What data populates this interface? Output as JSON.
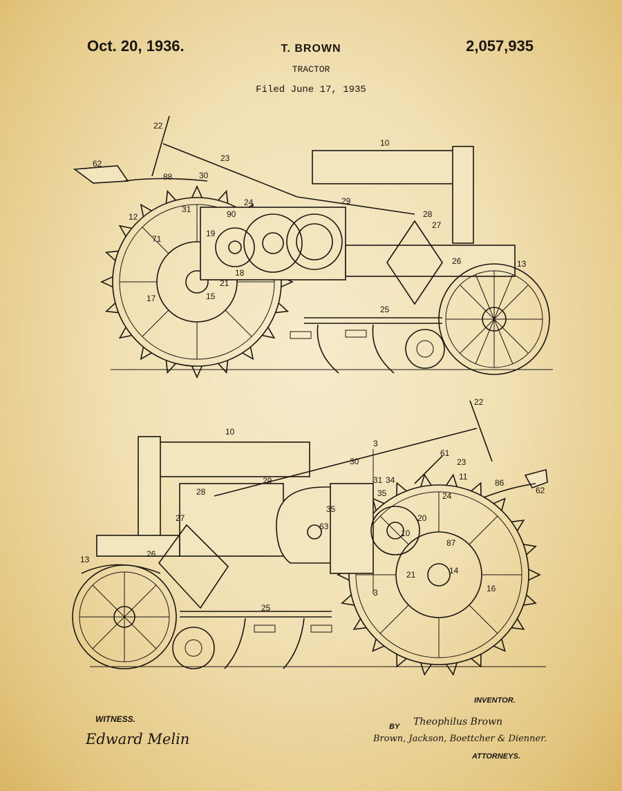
{
  "header": {
    "date": "Oct. 20, 1936.",
    "inventor_name": "T. BROWN",
    "patent_number": "2,057,935",
    "subject": "TRACTOR",
    "filed": "Filed June 17, 1935"
  },
  "figures": {
    "top_labels": [
      "22",
      "10",
      "62",
      "23",
      "88",
      "30",
      "29",
      "31",
      "24",
      "90",
      "12",
      "28",
      "27",
      "71",
      "19",
      "26",
      "13",
      "18",
      "21",
      "15",
      "17",
      "25"
    ],
    "bottom_labels": [
      "22",
      "10",
      "3",
      "30",
      "61",
      "23",
      "29",
      "31",
      "34",
      "11",
      "86",
      "28",
      "35",
      "24",
      "62",
      "27",
      "35",
      "63",
      "20",
      "10",
      "87",
      "26",
      "14",
      "21",
      "13",
      "16",
      "3",
      "25"
    ]
  },
  "footer": {
    "witness_label": "WITNESS.",
    "witness_signature": "Edward Melin",
    "inventor_label": "INVENTOR.",
    "by_label": "BY",
    "inventor_signature": "Theophilus Brown",
    "attorneys_signature": "Brown, Jackson, Boettcher & Dienner.",
    "attorneys_label": "ATTORNEYS."
  }
}
